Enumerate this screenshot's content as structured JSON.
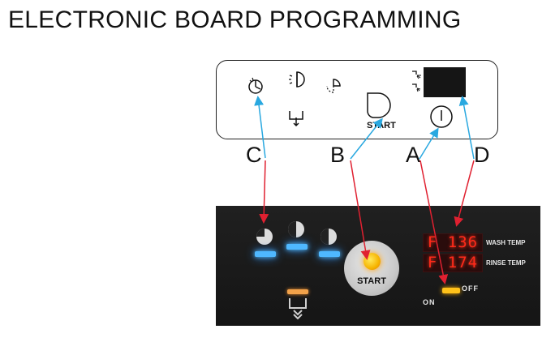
{
  "title": "ELECTRONIC BOARD PROGRAMMING",
  "schematic": {
    "start_label": "START",
    "icons": [
      "timer-icon",
      "half-moon-icon",
      "quarter-moon-icon",
      "drain-icon",
      "start-button-icon",
      "power-icon",
      "wash-spray-icon",
      "rinse-spray-icon"
    ]
  },
  "callouts": [
    "C",
    "B",
    "A",
    "D"
  ],
  "board": {
    "wash_display": "F 136",
    "rinse_display": "F 174",
    "wash_temp_label": "WASH TEMP",
    "rinse_temp_label": "RINSE TEMP",
    "start_label": "START",
    "on_label": "ON",
    "off_label": "OFF"
  },
  "colors": {
    "arrow_blue": "#29a8e0",
    "arrow_red": "#e02030",
    "led_blue": "#4fb8ff",
    "led_amber": "#ffc21a",
    "display_red": "#ff2a1a",
    "board_bg": "#1b1b1b"
  }
}
